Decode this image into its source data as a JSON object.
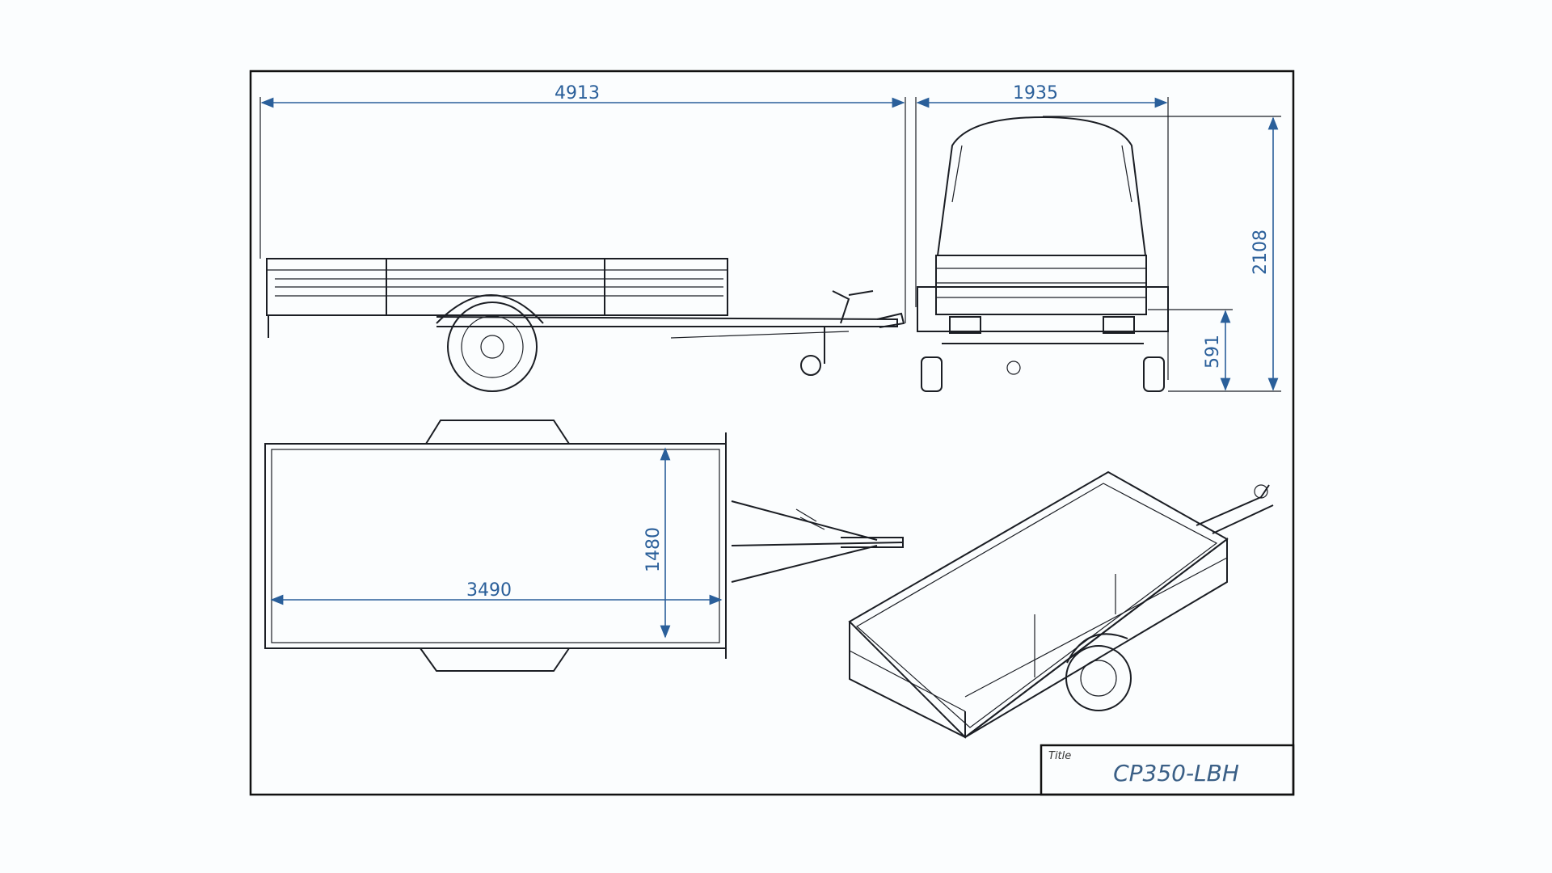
{
  "dimensions": {
    "overall_length": "4913",
    "overall_width": "1935",
    "overall_height": "2108",
    "drawbar_height": "591",
    "inner_width": "1480",
    "inner_length": "3490"
  },
  "title_block": {
    "label": "Title",
    "value": "CP350-LBH"
  },
  "colors": {
    "dimension": "#2a5f9a",
    "line": "#1b1e24"
  }
}
